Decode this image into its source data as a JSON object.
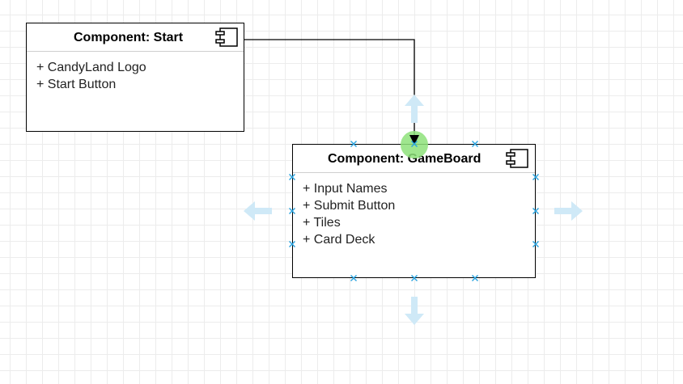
{
  "components": [
    {
      "id": "start",
      "title": "Component: Start",
      "attributes": [
        "+ CandyLand Logo",
        "+ Start Button"
      ]
    },
    {
      "id": "gameboard",
      "title": "Component: GameBoard",
      "attributes": [
        "+ Input Names",
        "+ Submit Button",
        "+ Tiles",
        "+ Card Deck"
      ]
    }
  ],
  "connector": {
    "from": "start",
    "to": "gameboard",
    "color": "#000000"
  },
  "selection": {
    "target": "gameboard",
    "hover_marker_color": "#8ee27a",
    "connection_point_color": "#29a3e0",
    "direction_arrow_color": "#cfe9f7",
    "direction_arrows": [
      "up-arrow-icon",
      "down-arrow-icon",
      "left-arrow-icon",
      "right-arrow-icon"
    ]
  },
  "colors": {
    "background": "#ffffff",
    "grid": "#ececec",
    "border": "#000000",
    "divider": "#cfcfcf"
  }
}
